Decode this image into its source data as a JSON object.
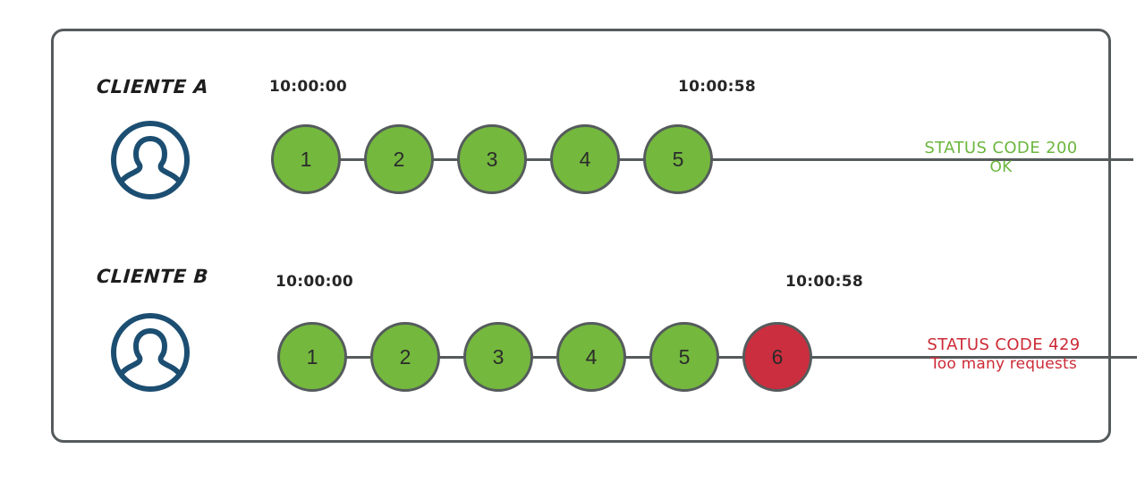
{
  "diagram": {
    "type": "rate-limit-sequence",
    "colors": {
      "panel_border": "#555b5c",
      "node_ok": "#74b83e",
      "node_fail": "#cb2e3e",
      "node_border": "#555b5c",
      "avatar": "#1c4e72",
      "status_ok_text": "#6cb63f",
      "status_fail_text": "#cc2a36",
      "timestamp_text": "#262626",
      "label_text": "#1d1d1d"
    },
    "rows": [
      {
        "id": "client-a",
        "label": "CLIENTE A",
        "avatar_icon": "user-avatar-icon",
        "start_time": "10:00:00",
        "end_time": "10:00:58",
        "nodes": [
          {
            "n": "1",
            "state": "ok"
          },
          {
            "n": "2",
            "state": "ok"
          },
          {
            "n": "3",
            "state": "ok"
          },
          {
            "n": "4",
            "state": "ok"
          },
          {
            "n": "5",
            "state": "ok"
          }
        ],
        "status": {
          "state": "ok",
          "line1": "STATUS CODE 200",
          "line2": "OK"
        }
      },
      {
        "id": "client-b",
        "label": "CLIENTE B",
        "avatar_icon": "user-avatar-icon",
        "start_time": "10:00:00",
        "end_time": "10:00:58",
        "nodes": [
          {
            "n": "1",
            "state": "ok"
          },
          {
            "n": "2",
            "state": "ok"
          },
          {
            "n": "3",
            "state": "ok"
          },
          {
            "n": "4",
            "state": "ok"
          },
          {
            "n": "5",
            "state": "ok"
          },
          {
            "n": "6",
            "state": "fail"
          }
        ],
        "status": {
          "state": "fail",
          "line1": "STATUS CODE 429",
          "line2": "Too many requests"
        }
      }
    ]
  }
}
